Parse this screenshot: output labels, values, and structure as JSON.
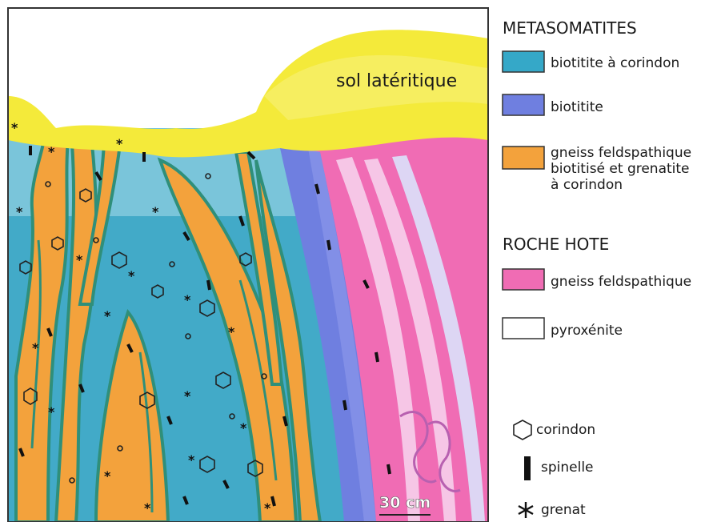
{
  "diagram": {
    "soil_label": "sol latéritique",
    "scale_label": "30 cm"
  },
  "legend": {
    "metasomatites_title": "METASOMATITES",
    "metasomatites": [
      {
        "label": "biotitite à corindon",
        "color": "#35a8c8"
      },
      {
        "label": "biotitite",
        "color": "#6f7fe0"
      },
      {
        "lines": [
          "gneiss feldspathique",
          "biotitisé et  grenatite",
          "à corindon"
        ],
        "color": "#f3a23c"
      }
    ],
    "host_title": "ROCHE HOTE",
    "host": [
      {
        "label": "gneiss feldspathique",
        "color": "#f06cb4"
      },
      {
        "label": "pyroxénite",
        "color": "#ffffff"
      }
    ],
    "symbols": [
      {
        "label": "corindon",
        "icon": "hexagon-icon"
      },
      {
        "label": "spinelle",
        "icon": "bar-icon"
      },
      {
        "label": "grenat",
        "icon": "asterisk-icon"
      }
    ]
  },
  "colors": {
    "soil": "#f4ea3a",
    "biotitite_corindon": "#3fa9c6",
    "biotitite": "#6f7fe0",
    "gneiss_biotitise": "#f3a23c",
    "gneiss_feldspathique": "#f06cb4",
    "pyroxenite": "#ffffff",
    "green_rim": "#2f8f7a"
  }
}
